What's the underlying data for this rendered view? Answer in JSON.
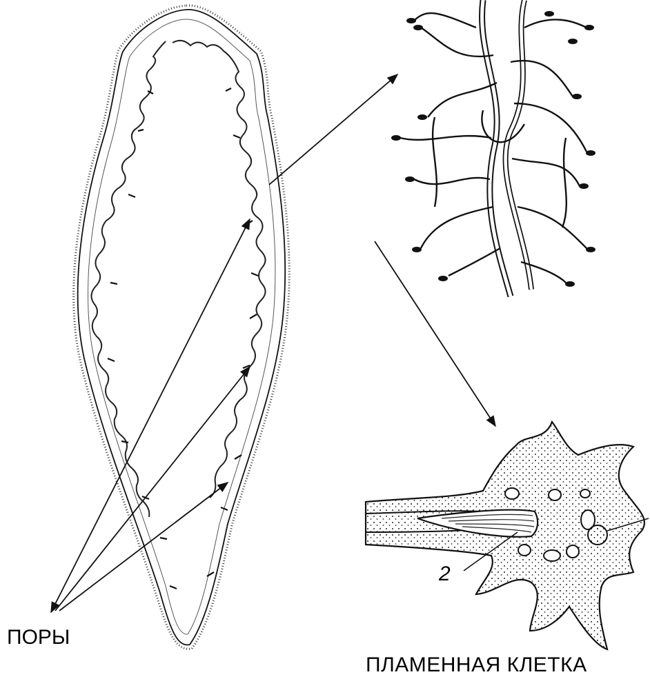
{
  "labels": {
    "pores": "ПОРЫ",
    "flame_cell": "ПЛАМЕННАЯ КЛЕТКА",
    "number_2": "2"
  },
  "colors": {
    "line": "#111111",
    "background": "#ffffff"
  }
}
